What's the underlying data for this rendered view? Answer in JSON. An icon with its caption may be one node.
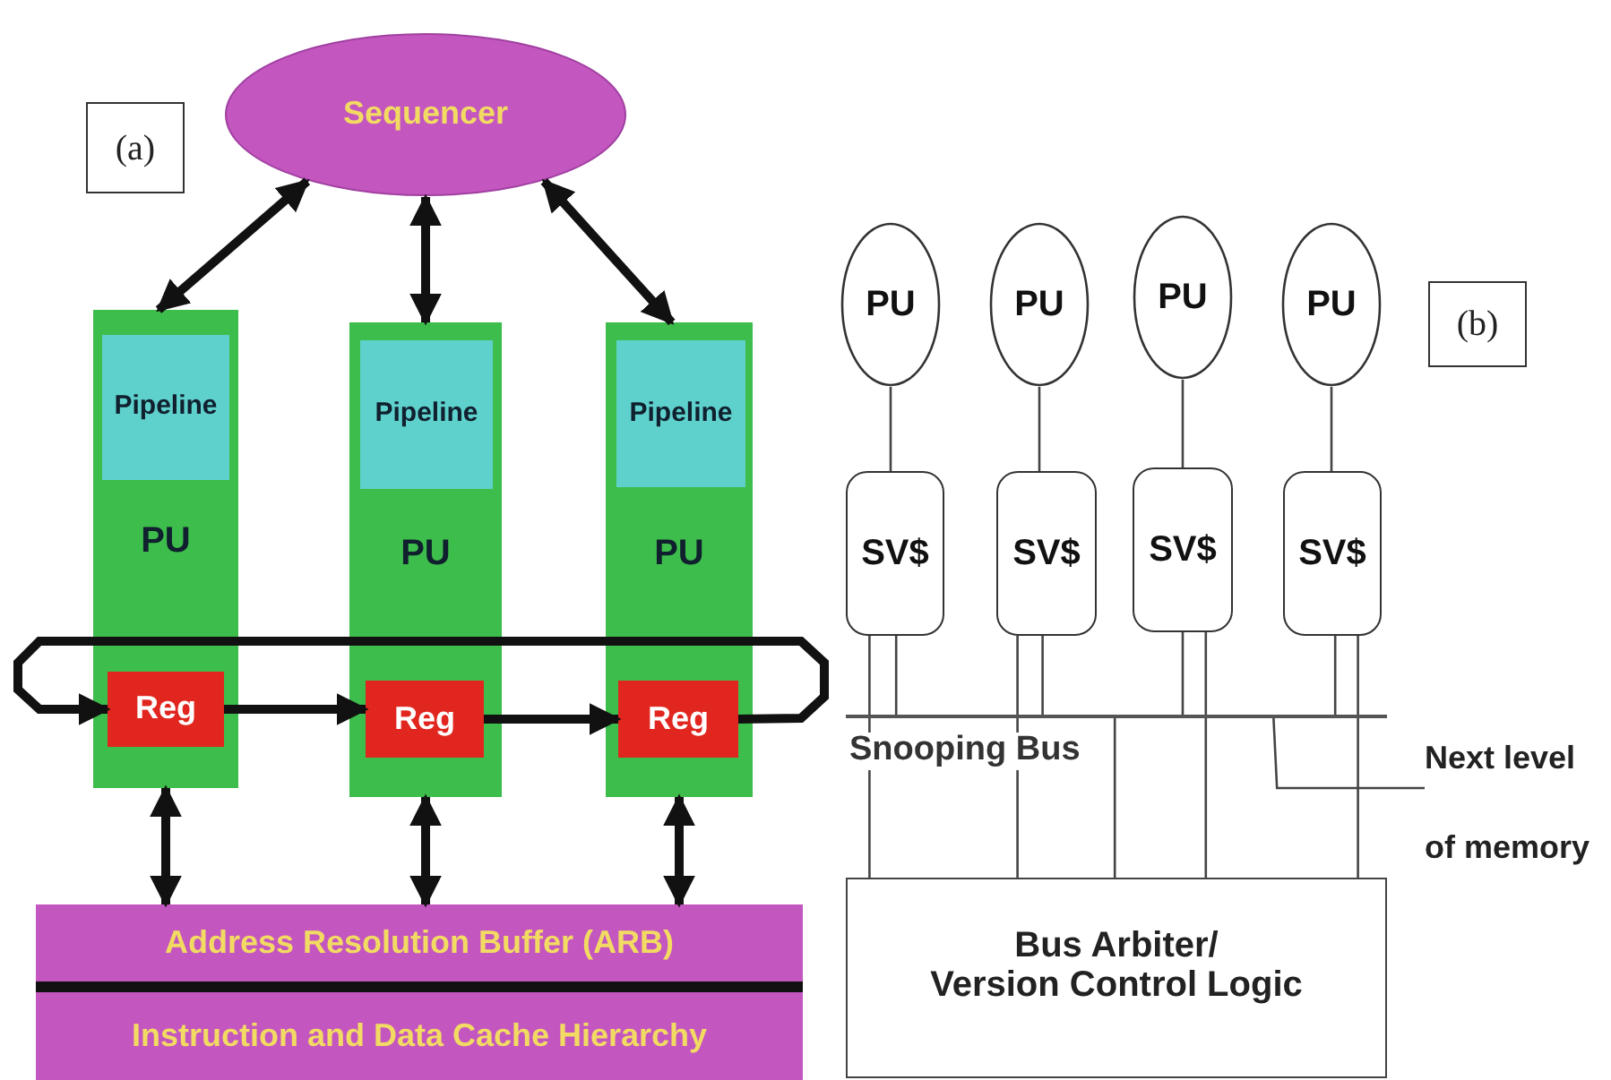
{
  "diagram": {
    "nodes": [
      {
        "text": [
          "Sequencer"
        ]
      },
      {
        "text": [
          "PU"
        ]
      },
      {
        "text": [
          "Pipeline"
        ],
        "in": 1
      },
      {
        "text": [
          "Reg"
        ],
        "in": 1
      },
      {
        "text": [
          "PU"
        ]
      },
      {
        "text": [
          "Pipeline"
        ],
        "in": 4
      },
      {
        "text": [
          "Reg"
        ],
        "in": 4
      },
      {
        "text": [
          "PU"
        ]
      },
      {
        "text": [
          "Pipeline"
        ],
        "in": 7
      },
      {
        "text": [
          "Reg"
        ],
        "in": 7
      },
      {
        "text": [
          "Address Resolution Buffer (ARB)"
        ]
      },
      {
        "text": [
          "Instruction and Data Cache Hierarchy"
        ]
      },
      {
        "text": [
          "PU"
        ]
      },
      {
        "text": [
          "PU"
        ]
      },
      {
        "text": [
          "PU"
        ]
      },
      {
        "text": [
          "PU"
        ]
      },
      {
        "text": [
          "SV$"
        ]
      },
      {
        "text": [
          "SV$"
        ]
      },
      {
        "text": [
          "SV$"
        ]
      },
      {
        "text": [
          "SV$"
        ]
      },
      {
        "text": [],
        "shape": "bar",
        "beside": [
          "Snooping Bus"
        ]
      },
      {
        "text": [
          "Bus Arbiter/ Version Control Logic"
        ]
      },
      {
        "text": [
          "Next level of memory"
        ]
      },
      {
        "text": [
          "(a)"
        ]
      },
      {
        "text": [
          "(b)"
        ]
      }
    ],
    "edges": [
      {
        "from": 0,
        "to": 1,
        "arrow": "both",
        "style": "thick"
      },
      {
        "from": 0,
        "to": 4,
        "arrow": "both",
        "style": "thick"
      },
      {
        "from": 0,
        "to": 7,
        "arrow": "both",
        "style": "thick"
      },
      {
        "from": 3,
        "to": 6,
        "arrow": "to",
        "style": "thick"
      },
      {
        "from": 6,
        "to": 9,
        "arrow": "to",
        "style": "thick"
      },
      {
        "from": 9,
        "to": 3,
        "arrow": "to",
        "style": "thick"
      },
      {
        "from": 1,
        "to": 10,
        "arrow": "both",
        "style": "thick"
      },
      {
        "from": 4,
        "to": 10,
        "arrow": "both",
        "style": "thick"
      },
      {
        "from": 7,
        "to": 10,
        "arrow": "both",
        "style": "thick"
      },
      {
        "from": 12,
        "to": 16,
        "arrow": "none"
      },
      {
        "from": 13,
        "to": 17,
        "arrow": "none"
      },
      {
        "from": 14,
        "to": 18,
        "arrow": "none"
      },
      {
        "from": 15,
        "to": 19,
        "arrow": "none"
      },
      {
        "from": 16,
        "to": 21,
        "arrow": "none"
      },
      {
        "from": 16,
        "to": 20,
        "arrow": "none"
      },
      {
        "from": 17,
        "to": 21,
        "arrow": "none"
      },
      {
        "from": 17,
        "to": 20,
        "arrow": "none"
      },
      {
        "from": 18,
        "to": 20,
        "arrow": "none"
      },
      {
        "from": 18,
        "to": 21,
        "arrow": "none"
      },
      {
        "from": 19,
        "to": 20,
        "arrow": "none"
      },
      {
        "from": 19,
        "to": 21,
        "arrow": "none"
      },
      {
        "from": 20,
        "to": 21,
        "arrow": "none"
      },
      {
        "from": 20,
        "to": 22,
        "arrow": "none"
      }
    ]
  }
}
